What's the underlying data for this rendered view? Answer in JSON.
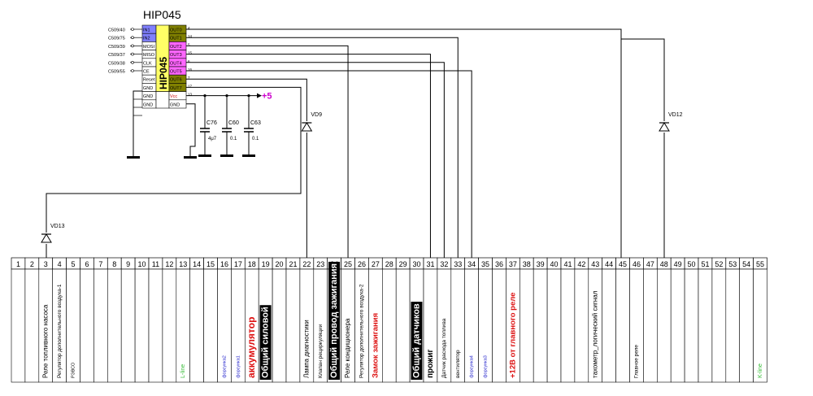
{
  "chip": {
    "title": "HIP045",
    "side_label": "HIP045",
    "left_pins": [
      {
        "net": "C509/40",
        "pin": "IN1"
      },
      {
        "net": "C509/75",
        "pin": "IN2"
      },
      {
        "net": "C509/39",
        "pin": "MOSI"
      },
      {
        "net": "C509/37",
        "pin": "MISO"
      },
      {
        "net": "C509/38",
        "pin": "CLK"
      },
      {
        "net": "C509/55",
        "pin": "CE"
      },
      {
        "net": "",
        "pin": "Reset"
      },
      {
        "net": "",
        "pin": "GND"
      },
      {
        "net": "",
        "pin": "GND"
      },
      {
        "net": "",
        "pin": "GND"
      }
    ],
    "right_pins": [
      {
        "pin": "OUT0",
        "num": "4"
      },
      {
        "pin": "OUT1",
        "num": "14"
      },
      {
        "pin": "OUT2",
        "num": "5"
      },
      {
        "pin": "OUT3",
        "num": "15"
      },
      {
        "pin": "OUT4",
        "num": "6"
      },
      {
        "pin": "OUT5",
        "num": "16"
      },
      {
        "pin": "OUT6",
        "num": "7"
      },
      {
        "pin": "OUT7",
        "num": "17"
      },
      {
        "pin": "Vcc",
        "num": "13"
      },
      {
        "pin": "GND",
        "num": ""
      }
    ],
    "colors": {
      "blue": "#8080ff",
      "yellow": "#ffff66",
      "olive": "#808000",
      "magenta": "#ff66ff"
    }
  },
  "power": {
    "label": "+5",
    "color": "#cc00cc",
    "caps": [
      {
        "name": "C76",
        "value": "4μ7"
      },
      {
        "name": "C60",
        "value": "0.1"
      },
      {
        "name": "C63",
        "value": "0.1"
      }
    ]
  },
  "diodes": [
    {
      "name": "VD9"
    },
    {
      "name": "VD12"
    },
    {
      "name": "VD13"
    }
  ],
  "connector": {
    "pins": [
      "1",
      "2",
      "3",
      "4",
      "5",
      "6",
      "7",
      "8",
      "9",
      "10",
      "11",
      "12",
      "13",
      "14",
      "15",
      "16",
      "17",
      "18",
      "19",
      "20",
      "21",
      "22",
      "23",
      "24",
      "25",
      "26",
      "27",
      "28",
      "29",
      "30",
      "31",
      "32",
      "33",
      "34",
      "35",
      "36",
      "37",
      "38",
      "39",
      "40",
      "41",
      "42",
      "43",
      "44",
      "45",
      "46",
      "47",
      "48",
      "49",
      "50",
      "51",
      "52",
      "53",
      "54",
      "55"
    ],
    "labels": [
      {
        "pin": 3,
        "text": "Реле топливного насоса",
        "style": "normal"
      },
      {
        "pin": 4,
        "text": "Регулятор дополнительного воздуха-1",
        "style": "small"
      },
      {
        "pin": 5,
        "text": "РЭВСО",
        "style": "tiny"
      },
      {
        "pin": 13,
        "text": "L-line",
        "style": "green"
      },
      {
        "pin": 16,
        "text": "форсунка2",
        "style": "blue"
      },
      {
        "pin": 17,
        "text": "форсунка1",
        "style": "blue"
      },
      {
        "pin": 18,
        "text": "аккумулятор",
        "style": "redbig"
      },
      {
        "pin": 19,
        "text": "Общий силовой",
        "style": "black"
      },
      {
        "pin": 22,
        "text": "Лампа диагностики",
        "style": "normal"
      },
      {
        "pin": 23,
        "text": "Клапан рециркуляции",
        "style": "small"
      },
      {
        "pin": 24,
        "text": "Общий провод зажигания",
        "style": "black"
      },
      {
        "pin": 25,
        "text": "Реле кондиционера",
        "style": "normal"
      },
      {
        "pin": 26,
        "text": "Регулятор дополнительного воздуха-2",
        "style": "small"
      },
      {
        "pin": 27,
        "text": "Замок зажигания",
        "style": "red"
      },
      {
        "pin": 30,
        "text": "Общий датчиков",
        "style": "black"
      },
      {
        "pin": 31,
        "text": "прожиг",
        "style": "big"
      },
      {
        "pin": 32,
        "text": "Датчик расхода топлива",
        "style": "small"
      },
      {
        "pin": 33,
        "text": "вентилятор",
        "style": "small"
      },
      {
        "pin": 34,
        "text": "форсунка4",
        "style": "blue"
      },
      {
        "pin": 35,
        "text": "форсунка3",
        "style": "blue"
      },
      {
        "pin": 37,
        "text": "+12В от главного реле",
        "style": "red"
      },
      {
        "pin": 43,
        "text": "тахометр_логический сигнал",
        "style": "normal"
      },
      {
        "pin": 46,
        "text": "Главное реле",
        "style": "small"
      },
      {
        "pin": 55,
        "text": "K-line",
        "style": "green"
      }
    ]
  }
}
